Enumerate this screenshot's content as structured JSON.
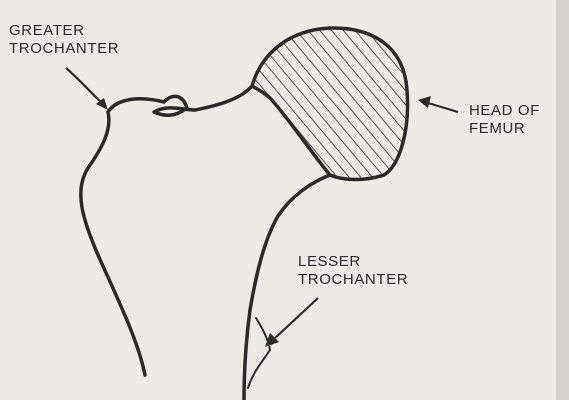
{
  "labels": {
    "greater_trochanter": {
      "line1": "GREATER",
      "line2": "TROCHANTER"
    },
    "head_of_femur": {
      "line1": "HEAD OF",
      "line2": "FEMUR"
    },
    "lesser_trochanter": {
      "line1": "LESSER",
      "line2": "TROCHANTER"
    }
  },
  "colors": {
    "ink": "#2a2a2a",
    "paper": "#ecebe6"
  }
}
